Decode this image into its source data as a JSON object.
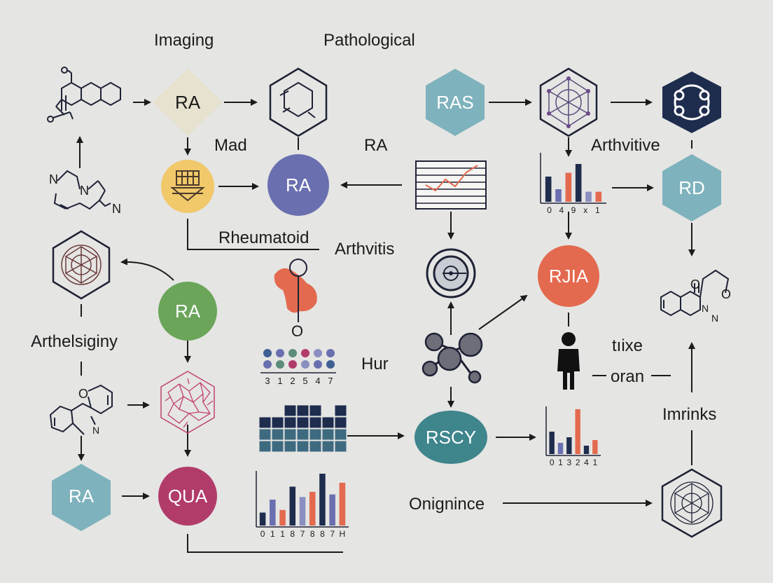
{
  "colors": {
    "background": "#e5e5e3",
    "ink": "#1e2235",
    "beige": "#e6e2cf",
    "indigo": "#6a6fb0",
    "gold": "#f1c86a",
    "green": "#6aa55a",
    "teal": "#7eb2bd",
    "crimson": "#b13c6a",
    "orange": "#e36a4e",
    "dark_teal": "#3e858c",
    "navy": "#1e2c4e"
  },
  "labels": {
    "imaging": "Imaging",
    "pathological": "Pathological",
    "mad": "Mad",
    "ra_mid": "RA",
    "arthvitive": "Arthvitive",
    "rheumatoid": "Rheumatoid",
    "arthvitis": "Arthvitis",
    "arthelsiginy": "Arthelsiginy",
    "hur": "Hur",
    "tixe": "tıixe",
    "oran": "oran",
    "imrinks": "Imrinks",
    "onignince": "Onignince",
    "o_label": "O"
  },
  "nodes": {
    "ra_diamond": "RA",
    "ras_hex": "RAS",
    "ra_indigo": "RA",
    "rd_hex": "RD",
    "ra_green": "RA",
    "rjia_circle": "RJIA",
    "ra_teal_hex": "RA",
    "qua_circle": "QUA",
    "rscy_ellipse": "RSCY"
  },
  "chart_data": [
    {
      "type": "bar",
      "title": "",
      "xlabel": "",
      "ylabel": "",
      "tick_labels": [
        "0",
        "4",
        "9",
        "x",
        "1"
      ],
      "series_colors": [
        "#1e2c4e",
        "#6a6fb0",
        "#e36a4e",
        "#1e2c4e",
        "#8a8fc0",
        "#e36a4e"
      ],
      "values": [
        2,
        1,
        2.3,
        3,
        0.8,
        0.8
      ]
    },
    {
      "type": "bar",
      "title": "",
      "xlabel": "",
      "ylabel": "",
      "tick_labels": [
        "0",
        "1",
        "1",
        "8",
        "7",
        "8",
        "8",
        "7",
        "H"
      ],
      "series_colors": [
        "#1e2c4e",
        "#6a6fb0",
        "#e36a4e",
        "#1e2c4e",
        "#8a8fc0",
        "#e36a4e",
        "#1e2c4e",
        "#6a6fb0",
        "#e36a4e"
      ],
      "values": [
        1,
        2,
        1.2,
        3,
        2.2,
        2.6,
        4,
        2.4,
        3.3
      ]
    },
    {
      "type": "bar",
      "title": "",
      "xlabel": "",
      "ylabel": "",
      "tick_labels": [
        "0",
        "1",
        "3",
        "2",
        "4",
        "1"
      ],
      "series_colors": [
        "#1e2c4e",
        "#6a6fb0",
        "#1e2c4e",
        "#e36a4e",
        "#1e2c4e",
        "#e36a4e"
      ],
      "values": [
        1.6,
        0.8,
        1.2,
        3.2,
        0.6,
        1
      ]
    },
    {
      "type": "bar",
      "title": "",
      "xlabel": "",
      "ylabel": "",
      "tick_labels": [],
      "series_colors": [
        "#1e2c4e",
        "#3e6a80"
      ],
      "values": [
        3,
        3,
        4,
        4,
        4,
        3,
        4
      ]
    },
    {
      "type": "scatter",
      "title": "",
      "xlabel": "",
      "ylabel": "",
      "tick_labels": [
        "3",
        "1",
        "2",
        "5",
        "4",
        "7"
      ],
      "rows": 2,
      "series_colors": [
        "#3e5f92",
        "#6a6fb0",
        "#5c8c7a",
        "#b13c6a",
        "#8a8fc0",
        "#6a6fb0"
      ]
    }
  ]
}
